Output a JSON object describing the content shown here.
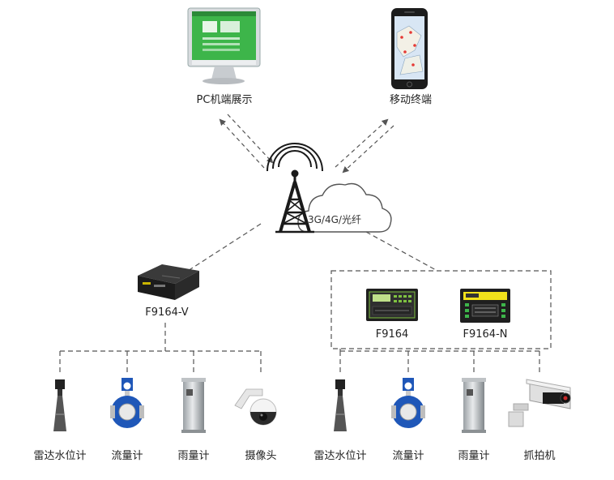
{
  "top": {
    "pc_label": "PC机端展示",
    "mobile_label": "移动终端"
  },
  "network": {
    "label": "3G/4G/光纤"
  },
  "gateways": {
    "left_label": "F9164-V",
    "right_a_label": "F9164",
    "right_b_label": "F9164-N"
  },
  "sensors_left": [
    {
      "label": "雷达水位计",
      "icon": "radar-level-icon"
    },
    {
      "label": "流量计",
      "icon": "flowmeter-icon"
    },
    {
      "label": "雨量计",
      "icon": "rain-gauge-icon"
    },
    {
      "label": "摄像头",
      "icon": "dome-camera-icon"
    }
  ],
  "sensors_right": [
    {
      "label": "雷达水位计",
      "icon": "radar-level-icon"
    },
    {
      "label": "流量计",
      "icon": "flowmeter-icon"
    },
    {
      "label": "雨量计",
      "icon": "rain-gauge-icon"
    },
    {
      "label": "抓拍机",
      "icon": "snapshot-camera-icon"
    }
  ],
  "colors": {
    "line": "#555555",
    "screen": "#3db54a",
    "device": "#2a2a2a",
    "flow_blue": "#1f57b8",
    "yellow": "#f2e21b"
  }
}
